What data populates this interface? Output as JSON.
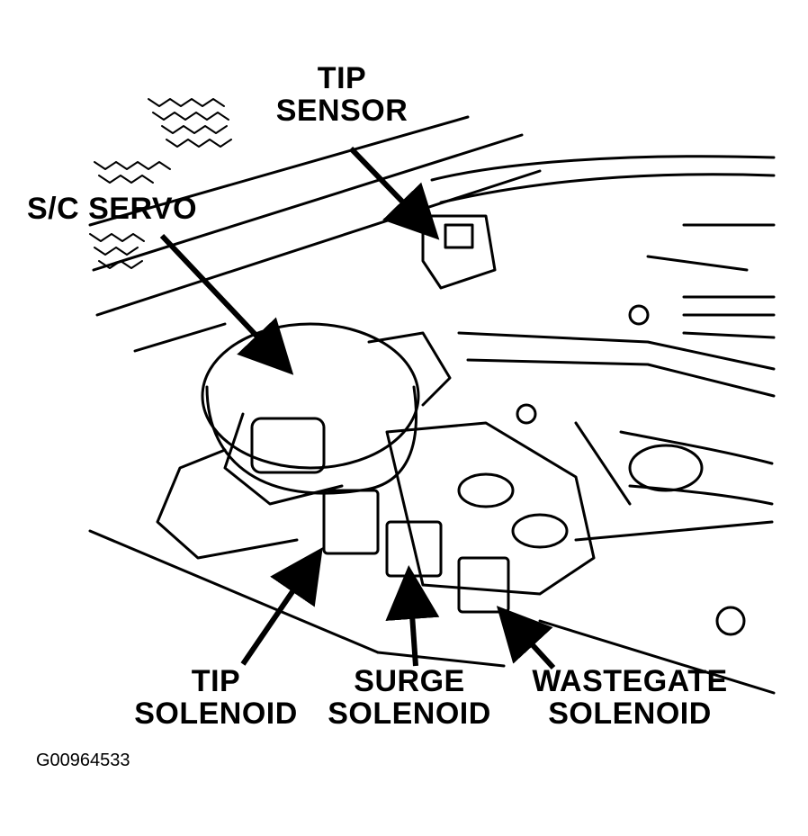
{
  "labels": {
    "tip_sensor": [
      "TIP",
      "SENSOR"
    ],
    "sc_servo": "S/C SERVO",
    "tip_solenoid": [
      "TIP",
      "SOLENOID"
    ],
    "surge_solenoid": [
      "SURGE",
      "SOLENOID"
    ],
    "wastegate_solenoid": [
      "WASTEGATE",
      "SOLENOID"
    ]
  },
  "figure_code": "G00964533"
}
